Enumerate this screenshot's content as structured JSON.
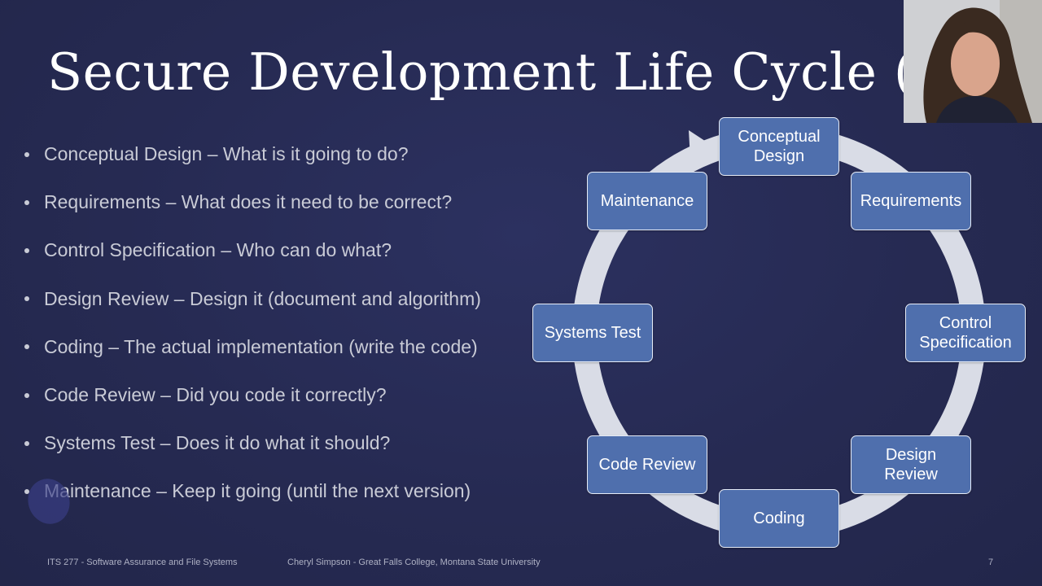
{
  "slide": {
    "title": "Secure Development Life Cycle (SDLC)",
    "bullets": [
      "Conceptual Design – What is it going to do?",
      "Requirements – What does it need to be correct?",
      "Control Specification – Who can do what?",
      "Design Review – Design it (document and algorithm)",
      "Coding – The actual implementation (write the code)",
      "Code Review – Did you code it correctly?",
      "Systems Test – Does it do what it should?",
      "Maintenance – Keep it going (until the next version)"
    ],
    "cycle_nodes": [
      "Conceptual Design",
      "Requirements",
      "Control Specification",
      "Design Review",
      "Coding",
      "Code Review",
      "Systems Test",
      "Maintenance"
    ],
    "footer": {
      "course": "ITS 277 - Software Assurance and File Systems",
      "author": "Cheryl Simpson - Great Falls College, Montana State University",
      "page": "7"
    }
  },
  "colors": {
    "background": "#262a52",
    "node_fill": "#4f6fad",
    "cycle_ring": "#d9dce6",
    "title_text": "#ffffff",
    "bullet_text": "#c9cbd6"
  }
}
